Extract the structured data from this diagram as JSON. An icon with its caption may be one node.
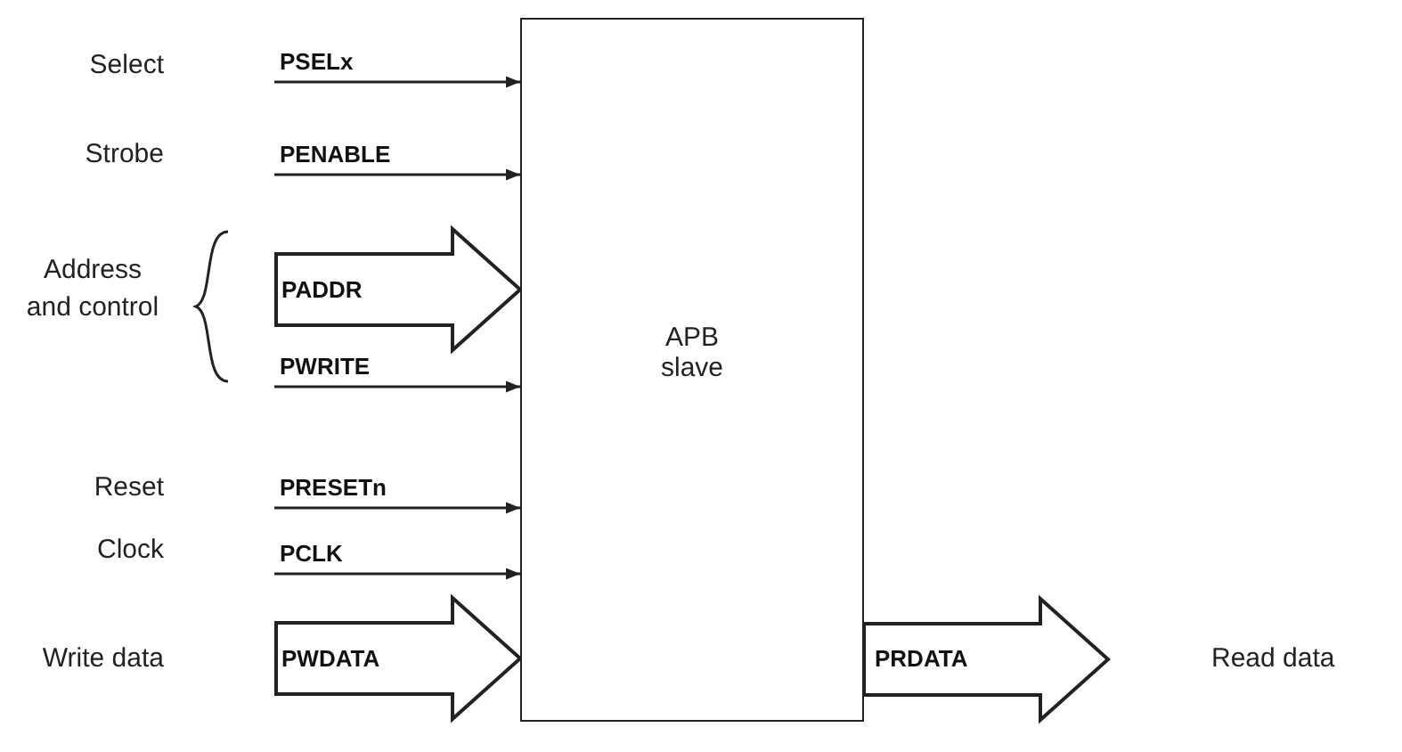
{
  "diagram": {
    "nodes": [
      {
        "text": [
          "APB slave"
        ]
      },
      {
        "text": [
          "PSELx"
        ]
      },
      {
        "text": [
          "PENABLE"
        ]
      },
      {
        "text": [
          "PADDR"
        ]
      },
      {
        "text": [
          "PWRITE"
        ]
      },
      {
        "text": [
          "PRESETn"
        ]
      },
      {
        "text": [
          "PCLK"
        ]
      },
      {
        "text": [
          "PWDATA"
        ]
      }
    ],
    "edges": [
      {
        "from": 1,
        "to": 0,
        "arrow": "to"
      },
      {
        "from": 2,
        "to": 0,
        "arrow": "to"
      },
      {
        "from": 3,
        "to": 0,
        "arrow": "to",
        "style": "thick"
      },
      {
        "from": 4,
        "to": 0,
        "arrow": "to"
      },
      {
        "from": 5,
        "to": 0,
        "arrow": "to"
      },
      {
        "from": 6,
        "to": 0,
        "arrow": "to"
      },
      {
        "from": 7,
        "to": 0,
        "arrow": "to",
        "style": "thick"
      },
      {
        "from": 0,
        "to": null,
        "arrow": "to",
        "label": "PRDATA",
        "style": "thick"
      }
    ],
    "labels": [
      "Select",
      "Strobe",
      "Address and control",
      "Reset",
      "Clock",
      "Write data",
      "Read data"
    ]
  }
}
